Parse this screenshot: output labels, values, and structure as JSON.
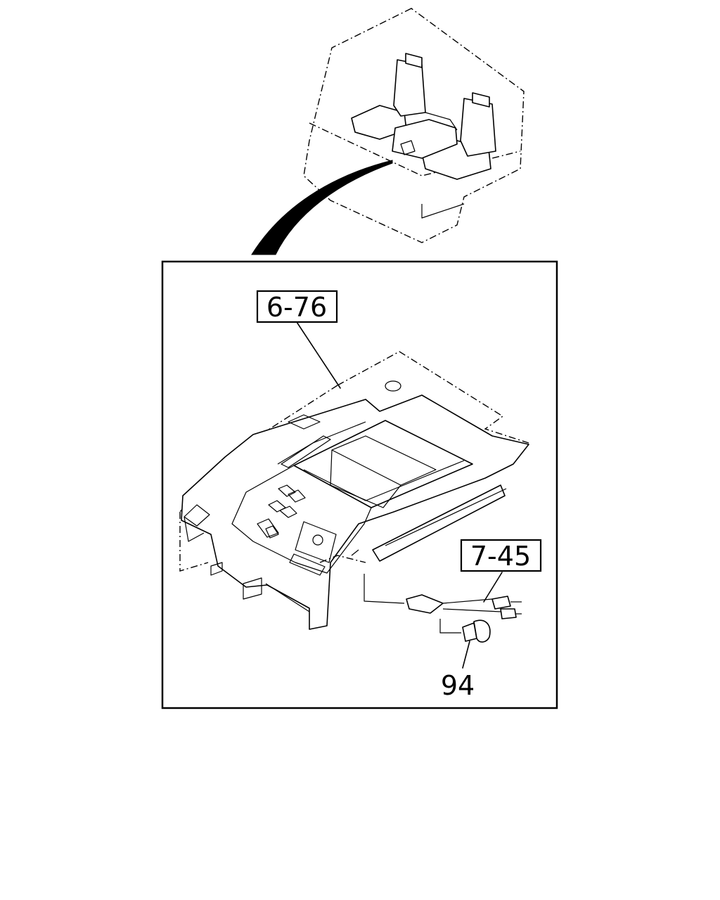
{
  "diagram": {
    "callouts": [
      {
        "id": "ref-6-76",
        "label": "6-76"
      },
      {
        "id": "ref-7-45",
        "label": "7-45"
      },
      {
        "id": "part-94",
        "label": "94"
      }
    ]
  }
}
